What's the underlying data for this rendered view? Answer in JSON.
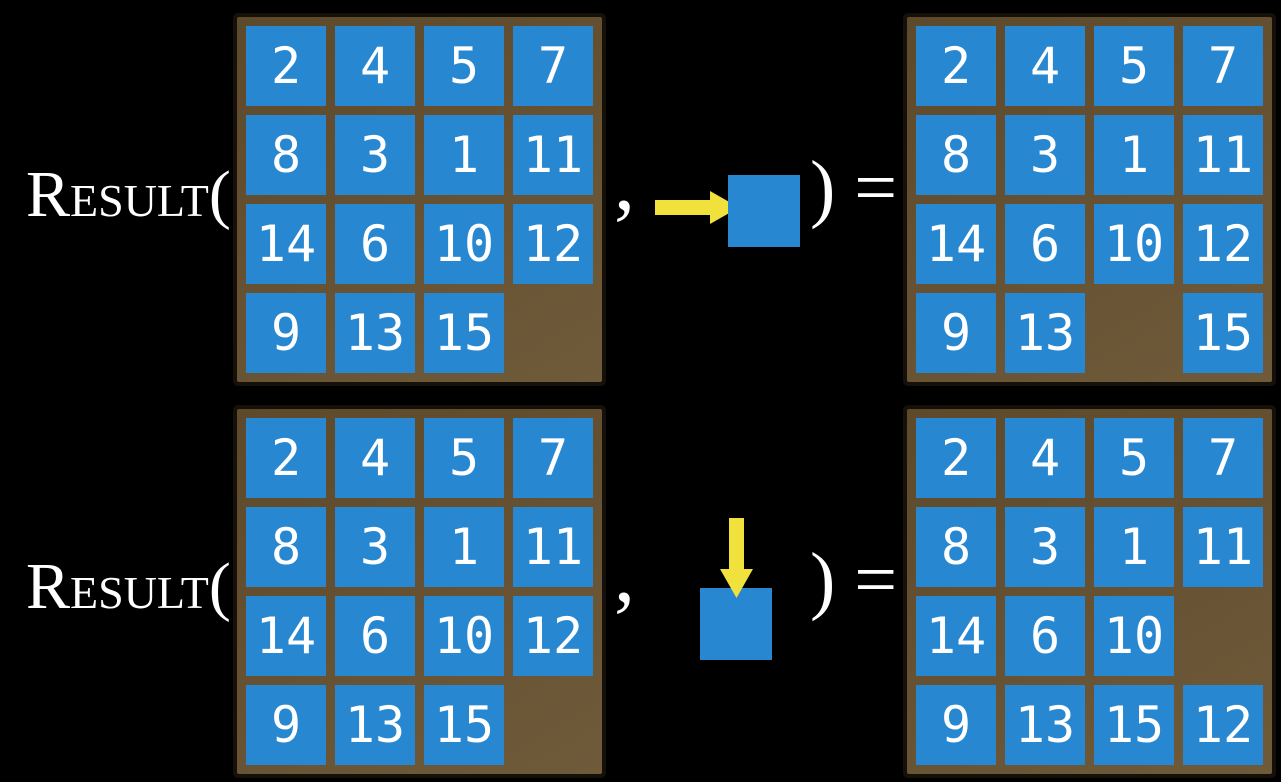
{
  "figure_title": "sliding-puzzle RESULT function examples",
  "labels": {
    "function_name": "Result(",
    "comma": ",",
    "close_paren_equals": ") ="
  },
  "colors": {
    "background": "#000000",
    "board_brown": "#675233",
    "board_border": "#15100a",
    "tile_blue": "#2787d0",
    "tile_text": "#ffffff",
    "arrow_yellow": "#f1e13c",
    "label_text": "#ffffff"
  },
  "rows": [
    {
      "name": "move-right-example",
      "move_direction": "right",
      "move_icon": "right-arrow-icon",
      "input_board": [
        [
          2,
          4,
          5,
          7
        ],
        [
          8,
          3,
          1,
          11
        ],
        [
          14,
          6,
          10,
          12
        ],
        [
          9,
          13,
          15,
          null
        ]
      ],
      "result_board": [
        [
          2,
          4,
          5,
          7
        ],
        [
          8,
          3,
          1,
          11
        ],
        [
          14,
          6,
          10,
          12
        ],
        [
          9,
          13,
          null,
          15
        ]
      ]
    },
    {
      "name": "move-down-example",
      "move_direction": "down",
      "move_icon": "down-arrow-icon",
      "input_board": [
        [
          2,
          4,
          5,
          7
        ],
        [
          8,
          3,
          1,
          11
        ],
        [
          14,
          6,
          10,
          12
        ],
        [
          9,
          13,
          15,
          null
        ]
      ],
      "result_board": [
        [
          2,
          4,
          5,
          7
        ],
        [
          8,
          3,
          1,
          11
        ],
        [
          14,
          6,
          10,
          null
        ],
        [
          9,
          13,
          15,
          12
        ]
      ]
    }
  ]
}
